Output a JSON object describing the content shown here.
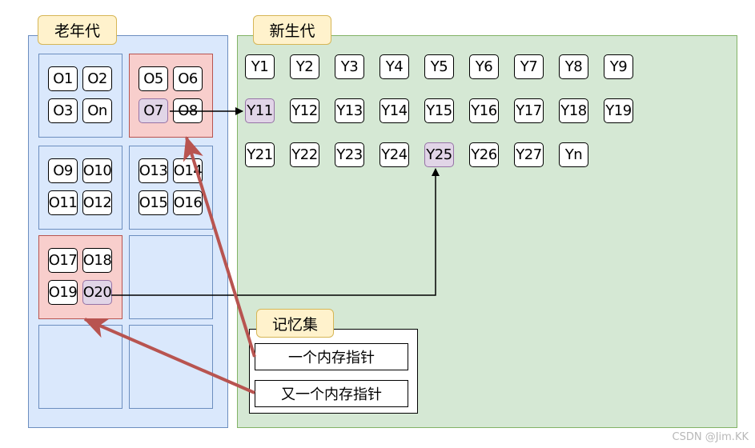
{
  "old_gen": {
    "label": "老年代",
    "regions": [
      {
        "hot": false,
        "objects": [
          {
            "label": "O1"
          },
          {
            "label": "O2"
          },
          {
            "label": "O3"
          },
          {
            "label": "On"
          }
        ]
      },
      {
        "hot": true,
        "objects": [
          {
            "label": "O5"
          },
          {
            "label": "O6"
          },
          {
            "label": "O7",
            "highlight": true
          },
          {
            "label": "O8"
          }
        ]
      },
      {
        "hot": false,
        "objects": [
          {
            "label": "O9"
          },
          {
            "label": "O10"
          },
          {
            "label": "O11"
          },
          {
            "label": "O12"
          }
        ]
      },
      {
        "hot": false,
        "objects": [
          {
            "label": "O13"
          },
          {
            "label": "O14"
          },
          {
            "label": "O15"
          },
          {
            "label": "O16"
          }
        ]
      },
      {
        "hot": true,
        "objects": [
          {
            "label": "O17"
          },
          {
            "label": "O18"
          },
          {
            "label": "O19"
          },
          {
            "label": "O20",
            "highlight": true
          }
        ]
      },
      {
        "hot": false,
        "objects": []
      },
      {
        "hot": false,
        "objects": []
      },
      {
        "hot": false,
        "objects": []
      }
    ]
  },
  "young_gen": {
    "label": "新生代",
    "rows": [
      [
        {
          "label": "Y1"
        },
        {
          "label": "Y2"
        },
        {
          "label": "Y3"
        },
        {
          "label": "Y4"
        },
        {
          "label": "Y5"
        },
        {
          "label": "Y6"
        },
        {
          "label": "Y7"
        },
        {
          "label": "Y8"
        },
        {
          "label": "Y9"
        }
      ],
      [
        {
          "label": "Y11",
          "highlight": true
        },
        {
          "label": "Y12"
        },
        {
          "label": "Y13"
        },
        {
          "label": "Y14"
        },
        {
          "label": "Y15"
        },
        {
          "label": "Y16"
        },
        {
          "label": "Y17"
        },
        {
          "label": "Y18"
        },
        {
          "label": "Y19"
        }
      ],
      [
        {
          "label": "Y21"
        },
        {
          "label": "Y22"
        },
        {
          "label": "Y23"
        },
        {
          "label": "Y24"
        },
        {
          "label": "Y25",
          "highlight": true
        },
        {
          "label": "Y26"
        },
        {
          "label": "Y27"
        },
        {
          "label": "Yn"
        }
      ]
    ]
  },
  "remembered_set": {
    "label": "记忆集",
    "entries": [
      "一个内存指针",
      "又一个内存指针"
    ]
  },
  "colors": {
    "old_fill": "#dae8fc",
    "old_stroke": "#6c8ebf",
    "young_fill": "#d5e8d4",
    "young_stroke": "#82b366",
    "hot_fill": "#f8cecc",
    "hot_stroke": "#b85450",
    "highlight_fill": "#e1d5e7",
    "highlight_stroke": "#9673a6",
    "label_fill": "#fff2cc",
    "label_stroke": "#d6b656"
  },
  "watermark": "CSDN @Jim.KK"
}
